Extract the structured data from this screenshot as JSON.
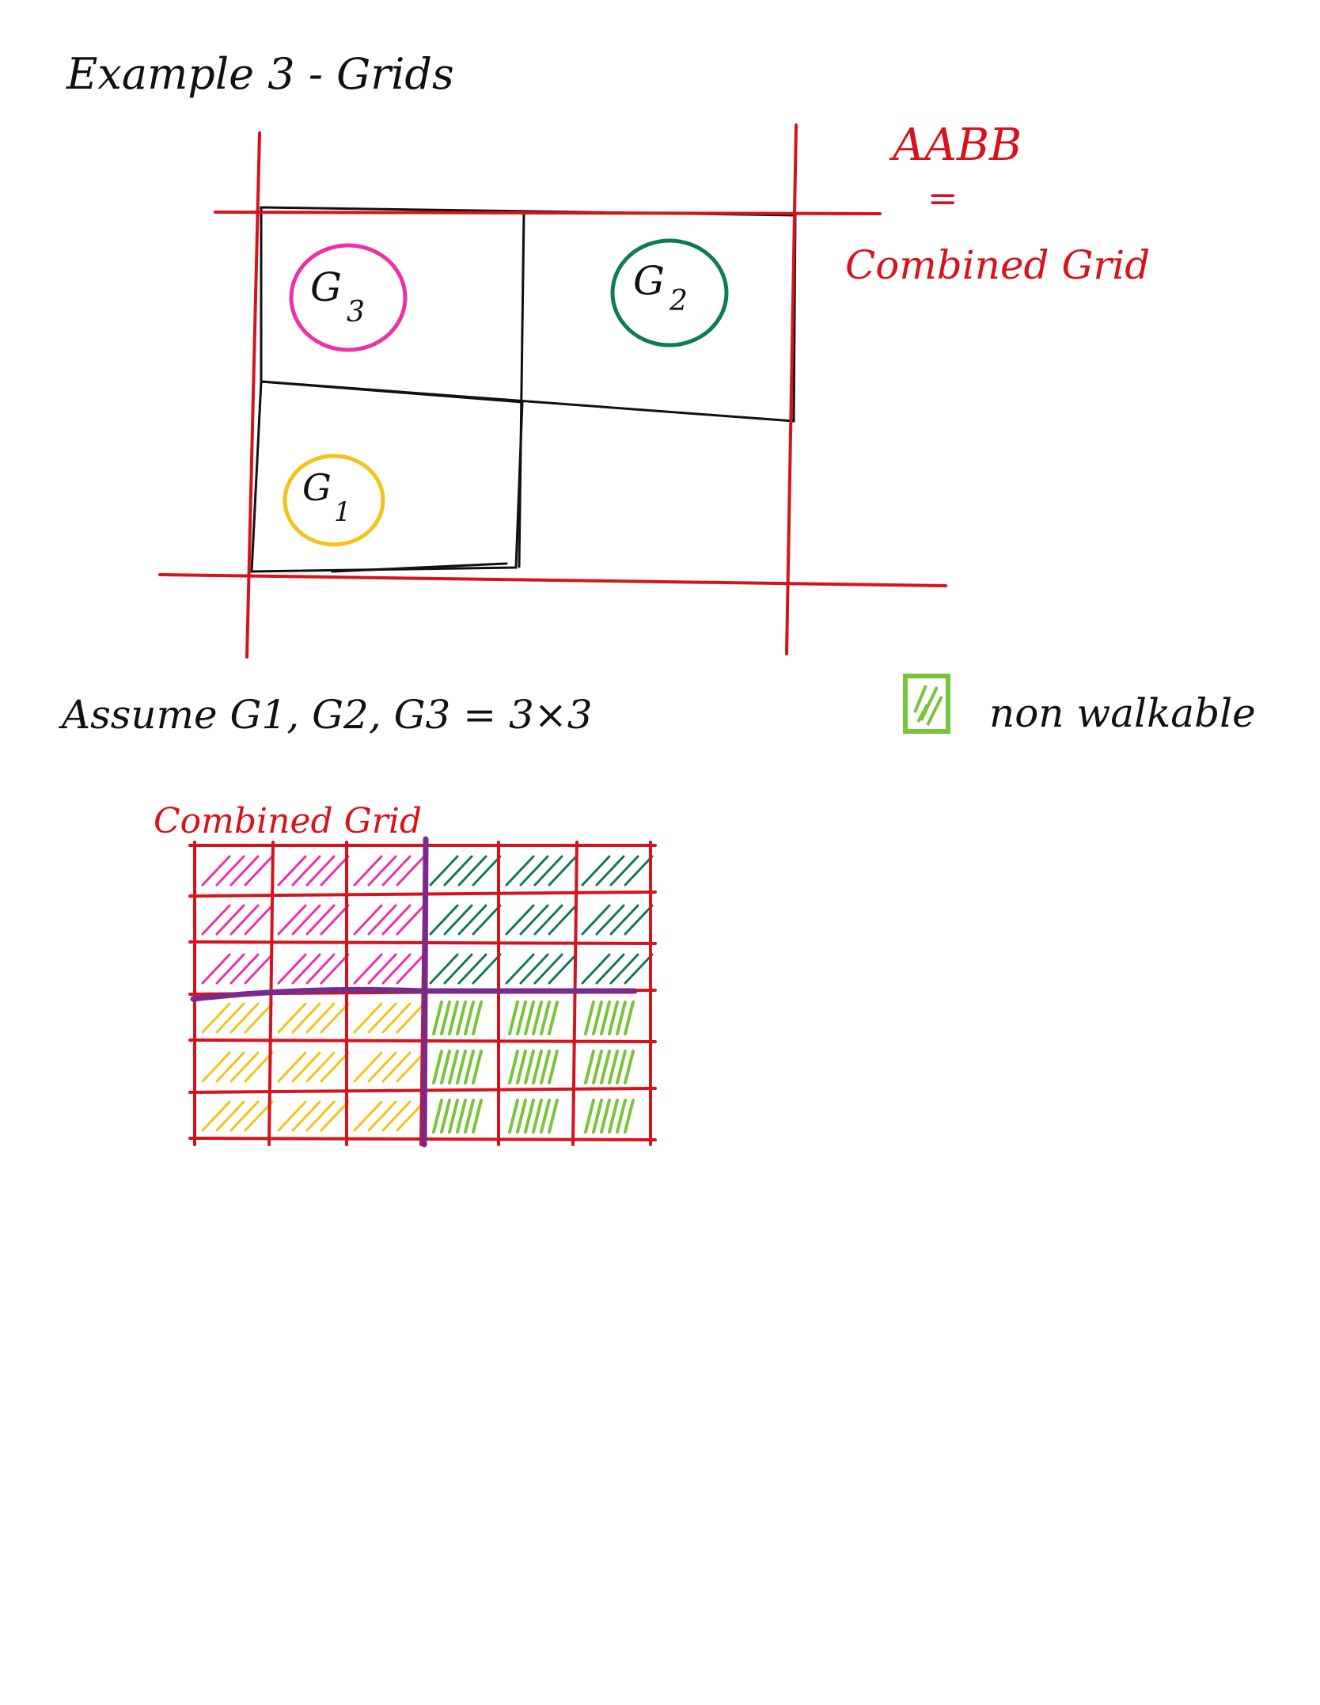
{
  "title": "Example 3 - Grids",
  "aabb_note": {
    "line1": "AABB",
    "line2": "=",
    "line3": "Combined Grid"
  },
  "grids": [
    {
      "name": "G",
      "sub": "3",
      "color": "#ee2fa8"
    },
    {
      "name": "G",
      "sub": "2",
      "color": "#0e7a5a"
    },
    {
      "name": "G",
      "sub": "1",
      "color": "#f2c318"
    }
  ],
  "assumption": "Assume G1, G2, G3 = 3×3",
  "legend": {
    "label": "non walkable",
    "color": "#78c43a"
  },
  "combined_label": "Combined Grid",
  "colors": {
    "red": "#d6131c",
    "black": "#111111",
    "purple": "#7a2a8c",
    "magenta": "#ee2fa8",
    "dark_green": "#0e7a5a",
    "yellow": "#f2c318",
    "light_green": "#78c43a"
  },
  "combined_grid": {
    "rows": 6,
    "cols": 6,
    "blocks": [
      {
        "grid": "G3",
        "rows": [
          0,
          1,
          2
        ],
        "cols": [
          0,
          1,
          2
        ],
        "color": "#ee2fa8",
        "walkable": true
      },
      {
        "grid": "G2",
        "rows": [
          0,
          1,
          2
        ],
        "cols": [
          3,
          4,
          5
        ],
        "color": "#0e7a5a",
        "walkable": true
      },
      {
        "grid": "G1",
        "rows": [
          3,
          4,
          5
        ],
        "cols": [
          0,
          1,
          2
        ],
        "color": "#f2c318",
        "walkable": true
      },
      {
        "grid": "empty",
        "rows": [
          3,
          4,
          5
        ],
        "cols": [
          3,
          4,
          5
        ],
        "color": "#78c43a",
        "walkable": false
      }
    ]
  }
}
